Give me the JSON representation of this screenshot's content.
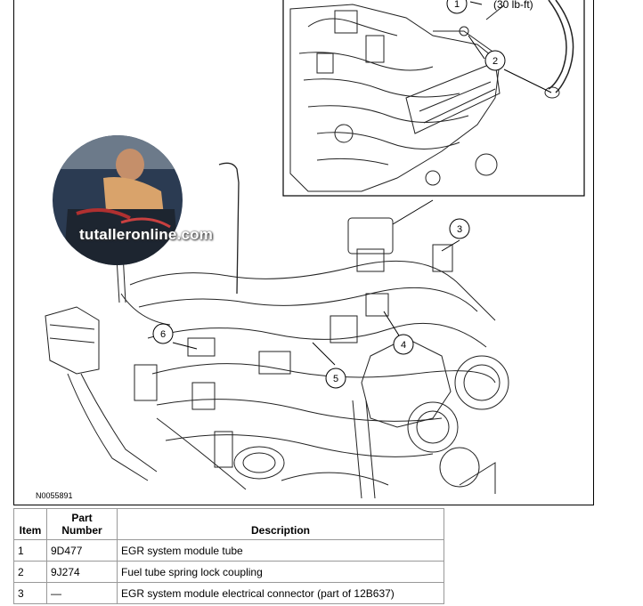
{
  "figure": {
    "torque_label": "(30 lb-ft)",
    "figure_id": "N0055891",
    "watermark": "tutalleronline.com",
    "callouts": [
      "1",
      "2",
      "3",
      "4",
      "5",
      "6"
    ]
  },
  "parts_table": {
    "headers": {
      "item": "Item",
      "part_number_line1": "Part",
      "part_number_line2": "Number",
      "description": "Description"
    },
    "rows": [
      {
        "item": "1",
        "part_number": "9D477",
        "description": "EGR system module tube"
      },
      {
        "item": "2",
        "part_number": "9J274",
        "description": "Fuel tube spring lock coupling"
      },
      {
        "item": "3",
        "part_number": "—",
        "description": "EGR system module electrical connector (part of 12B637)"
      }
    ]
  }
}
